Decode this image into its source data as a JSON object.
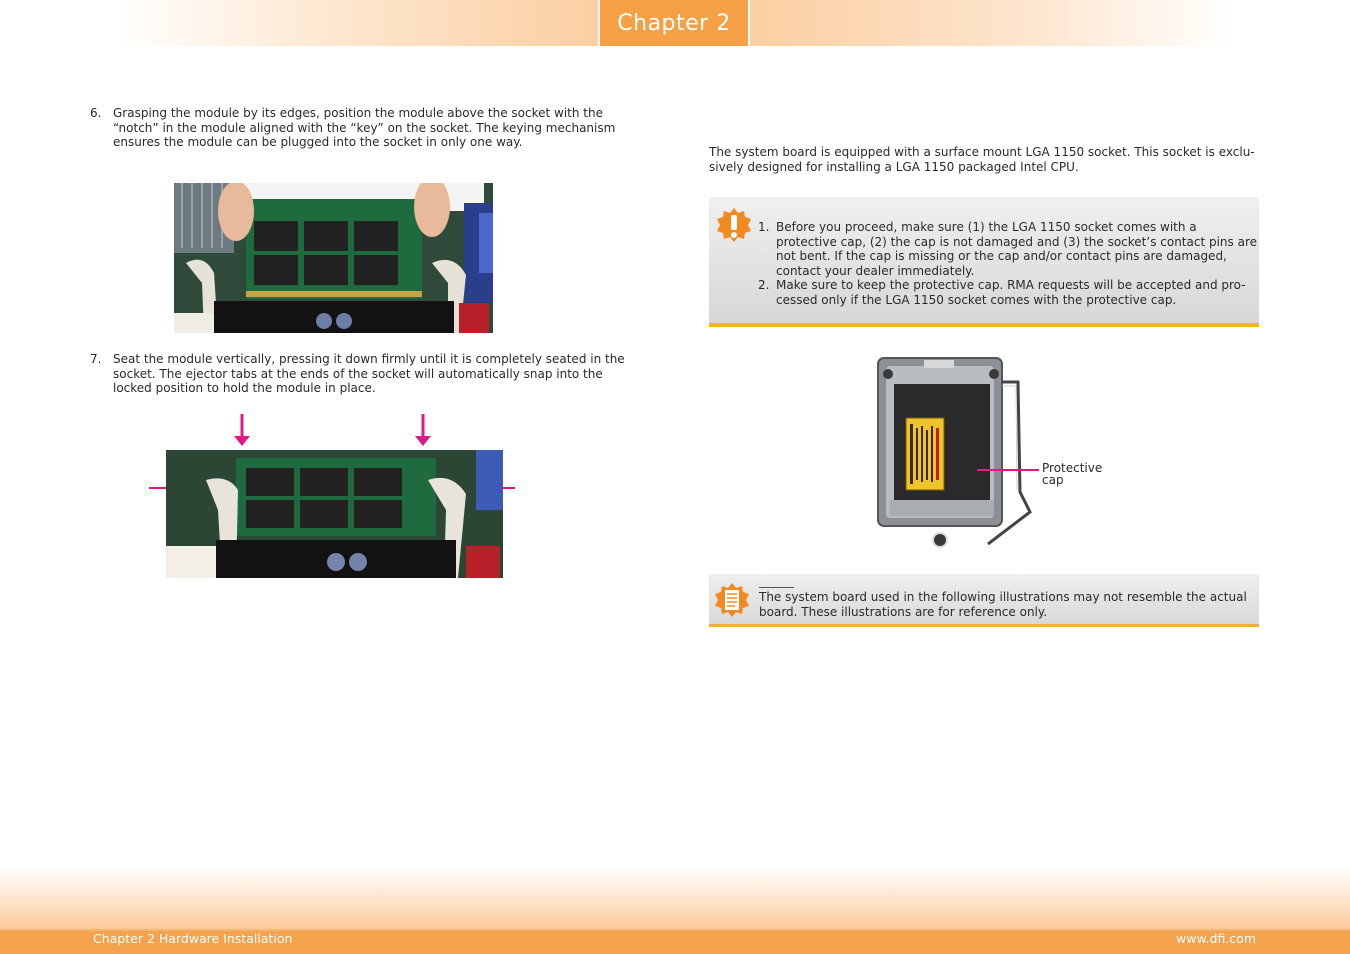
{
  "header": {
    "chapter_label": "Chapter 2"
  },
  "left": {
    "step6": {
      "number": "6.",
      "text": "Grasping the module by its edges, position the module above the socket with the “notch” in the module aligned with the “key” on the socket. The keying mechanism ensures the module can be plugged into the socket in only one way."
    },
    "step7": {
      "number": "7.",
      "text": "Seat the module vertically, pressing it down firmly until it is completely seated in the socket. The ejector tabs at the ends of the socket will automatically snap into the locked position to hold the module in place."
    }
  },
  "right": {
    "intro": "The system board is equipped with a surface mount LGA 1150 socket. This socket is exclu-sively designed for installing a LGA 1150 packaged Intel CPU.",
    "warning": {
      "icon": "exclamation-icon",
      "items": [
        {
          "number": "1.",
          "text": "Before you proceed, make sure (1) the LGA 1150 socket comes with a protective cap, (2) the cap is not damaged and (3) the socket’s contact pins are not bent. If the cap is missing or the cap and/or contact pins are damaged, contact your dealer immediately."
        },
        {
          "number": "2.",
          "text": "Make sure to keep the protective cap. RMA requests will be accepted and pro-cessed only if the LGA 1150 socket comes with the protective cap."
        }
      ]
    },
    "cpu_figure": {
      "callout_line1": "Protective",
      "callout_line2": "cap"
    },
    "note": {
      "icon": "note-icon",
      "text": "The system board used in the following illustrations may not resemble the actual board. These illustrations are for reference only."
    }
  },
  "footer": {
    "left": "Chapter 2 Hardware Installation",
    "right": "www.dfi.com"
  },
  "colors": {
    "accent_orange": "#f6a046",
    "arrow_magenta": "#e0198a",
    "box_underline": "#f0b32a"
  }
}
